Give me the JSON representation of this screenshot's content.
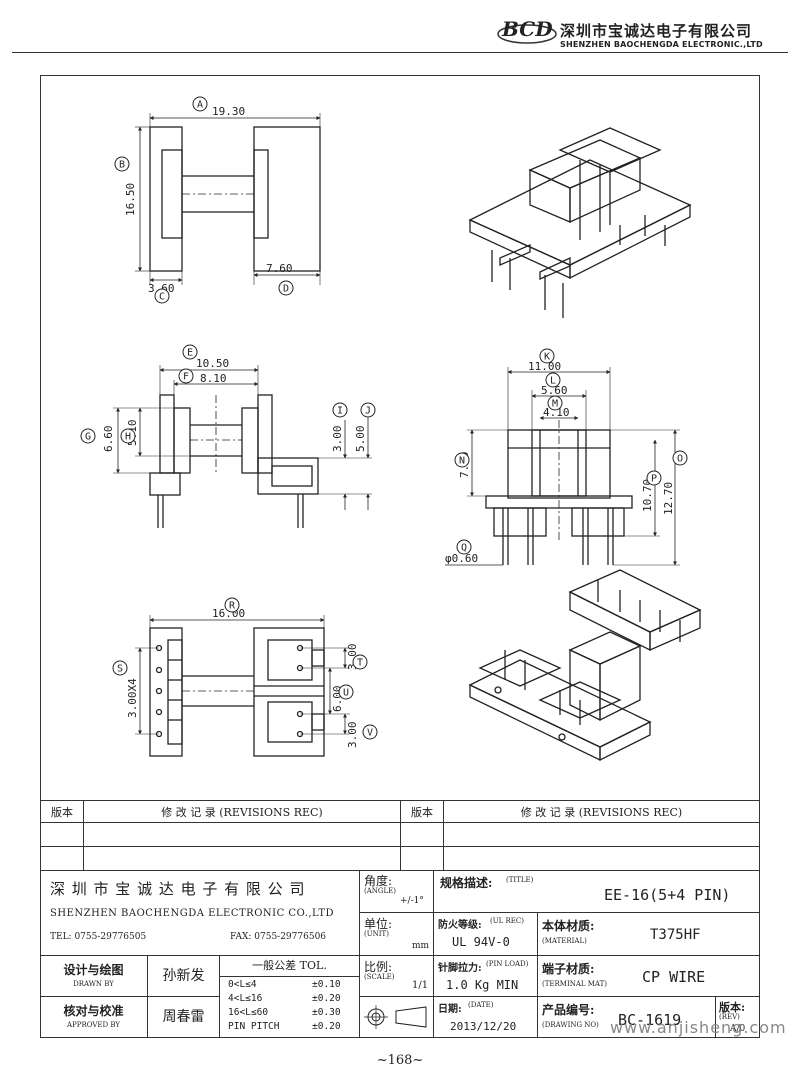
{
  "header": {
    "company_cn": "深圳市宝诚达电子有限公司",
    "company_en": "SHENZHEN BAOCHENGDA ELECTRONIC.,LTD",
    "logo_text": "BCD"
  },
  "dims": {
    "A": "19.30",
    "B": "16.50",
    "C": "3.60",
    "D": "7.60",
    "E": "10.50",
    "F": "8.10",
    "G": "6.60",
    "H": "5.10",
    "I": "3.00",
    "J": "5.00",
    "K": "11.00",
    "L": "5.60",
    "M": "4.10",
    "N": "7.70",
    "O": "12.70",
    "P": "10.70",
    "Q": "φ0.60",
    "R": "16.00",
    "S": "3.00X4",
    "T": "3.00",
    "U": "6.00",
    "V": "3.00"
  },
  "dim_letters": [
    "A",
    "B",
    "C",
    "D",
    "E",
    "F",
    "G",
    "H",
    "I",
    "J",
    "K",
    "L",
    "M",
    "N",
    "O",
    "P",
    "Q",
    "R",
    "S",
    "T",
    "U",
    "V"
  ],
  "revisions": {
    "col_ver": "版本",
    "col_rec": "修 改 记 录  (REVISIONS REC)"
  },
  "title_block": {
    "company_cn": "深 圳 市 宝 诚 达 电 子 有 限 公 司",
    "company_en": "SHENZHEN BAOCHENGDA ELECTRONIC CO.,LTD",
    "tel": "TEL: 0755-29776505",
    "fax": "FAX: 0755-29776506",
    "angle_label": "角度:",
    "angle_en": "(ANGLE)",
    "angle_value": "+/-1°",
    "unit_label": "单位:",
    "unit_en": "(UNIT)",
    "unit_value": "mm",
    "scale_label": "比例:",
    "scale_en": "(SCALE)",
    "scale_value": "1/1",
    "title_label": "规格描述:",
    "title_en": "(TITLE)",
    "title_value": "EE-16(5+4 PIN)",
    "ul_label": "防火等级:",
    "ul_en": "(UL REC)",
    "ul_value": "UL 94V-0",
    "material_label": "本体材质:",
    "material_en": "(MATERIAL)",
    "material_value": "T375HF",
    "pin_load_label": "针脚拉力:",
    "pin_load_en": "(PIN LOAD)",
    "pin_load_value": "1.0 Kg MIN",
    "terminal_label": "端子材质:",
    "terminal_en": "(TERMINAL MAT)",
    "terminal_value": "CP WIRE",
    "date_label": "日期:",
    "date_en": "(DATE)",
    "date_value": "2013/12/20",
    "drawing_no_label": "产品编号:",
    "drawing_no_en": "(DRAWING NO)",
    "drawing_no_value": "BC-1619",
    "rev_label": "版本:",
    "rev_en": "(REV)",
    "rev_value": "A/0",
    "drawn_label": "设计与绘图",
    "drawn_en": "DRAWN BY",
    "drawn_name": "孙新发",
    "approved_label": "核对与校准",
    "approved_en": "APPROVED BY",
    "approved_name": "周春雷",
    "tol_title": "一般公差 TOL.",
    "tol_rows": [
      {
        "range": "0<L≤4",
        "value": "±0.10"
      },
      {
        "range": "4<L≤16",
        "value": "±0.20"
      },
      {
        "range": "16<L≤60",
        "value": "±0.30"
      },
      {
        "range": "PIN PITCH",
        "value": "±0.20"
      }
    ]
  },
  "page_number": "~168~",
  "watermark": "www.anjisheng.com"
}
